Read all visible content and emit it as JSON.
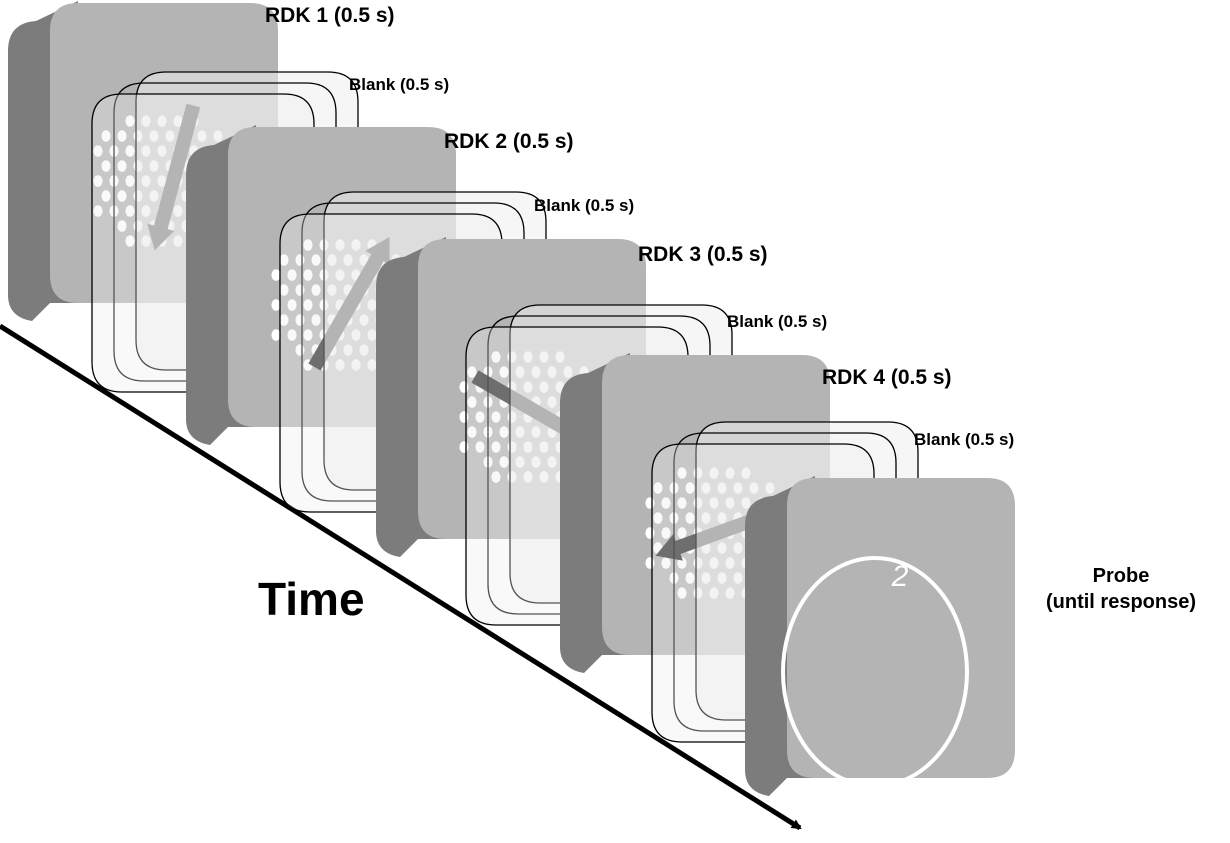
{
  "labels": {
    "rdk1": "RDK 1 (0.5 s)",
    "blank1": "Blank (0.5 s)",
    "rdk2": "RDK 2 (0.5 s)",
    "blank2": "Blank (0.5 s)",
    "rdk3": "RDK 3 (0.5 s)",
    "blank3": "Blank (0.5 s)",
    "rdk4": "RDK 4 (0.5 s)",
    "blank4": "Blank (0.5 s)",
    "probe_line1": "Probe",
    "probe_line2": "(until response)",
    "probe_number": "2",
    "time_axis": "Time"
  },
  "motion_directions_deg": [
    255,
    60,
    330,
    200
  ],
  "colors": {
    "card_face": "#b4b4b4",
    "card_side": "#7c7c7c",
    "blank_face": "#efefef",
    "dots": "#ffffff",
    "arrow": "#2a2a2a"
  }
}
